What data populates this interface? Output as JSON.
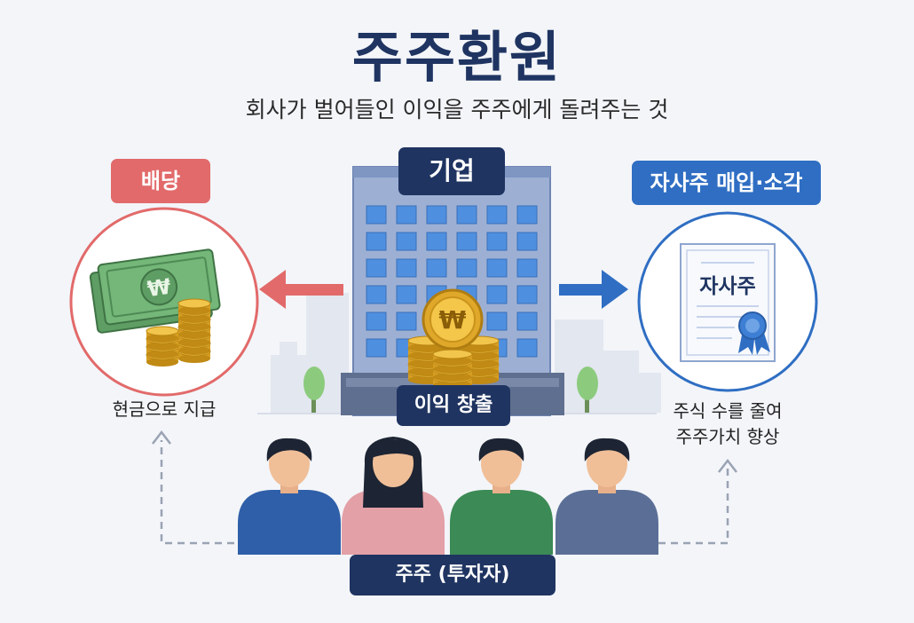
{
  "header": {
    "title": "주주환원",
    "subtitle": "회사가 벌어들인 이익을 주주에게 돌려주는 것"
  },
  "company": {
    "label": "기업",
    "profit_label": "이익 창출",
    "coin_symbol": "₩"
  },
  "dividend": {
    "label": "배당",
    "caption": "현금으로 지급",
    "bill_symbol": "₩",
    "color": "#e26a6a"
  },
  "buyback": {
    "label": "자사주 매입·소각",
    "caption_line1": "주식 수를 줄여",
    "caption_line2": "주주가치 향상",
    "certificate_title": "자사주",
    "color": "#2f6ec3"
  },
  "shareholders": {
    "label": "주주 (투자자)",
    "people": [
      {
        "shirt": "#2f5fa8",
        "hair": "#1d2433",
        "style": "short"
      },
      {
        "shirt": "#e3a0a6",
        "hair": "#1d2433",
        "style": "long"
      },
      {
        "shirt": "#3c8a55",
        "hair": "#1d2433",
        "style": "short"
      },
      {
        "shirt": "#5b6f96",
        "hair": "#1d2433",
        "style": "short"
      }
    ]
  },
  "colors": {
    "navy": "#1f3461",
    "background": "#f3f5f9"
  }
}
